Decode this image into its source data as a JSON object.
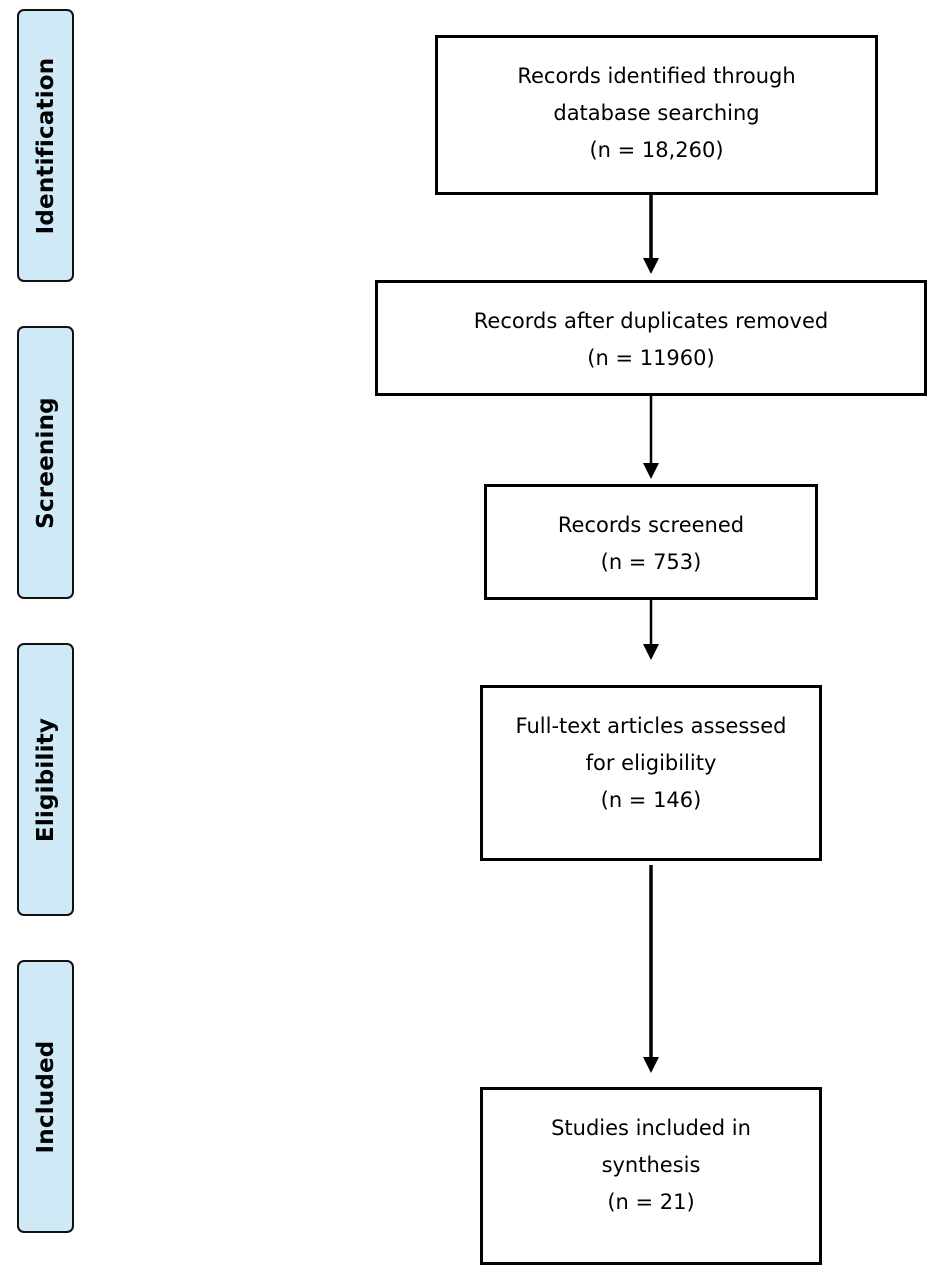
{
  "phases": {
    "identification": "Identification",
    "screening": "Screening",
    "eligibility": "Eligibility",
    "included": "Included"
  },
  "boxes": {
    "identified": {
      "line1": "Records identified through",
      "line2": "database searching",
      "count": "(n = 18,260)"
    },
    "deduplicated": {
      "line1": "Records after duplicates removed",
      "count": "(n = 11960)"
    },
    "screened": {
      "line1": "Records screened",
      "count": "(n = 753)"
    },
    "fulltext": {
      "line1": "Full-text articles assessed",
      "line2": "for eligibility",
      "count": "(n = 146)"
    },
    "included": {
      "line1": "Studies included in",
      "line2": "synthesis",
      "count": "(n = 21)"
    }
  },
  "colors": {
    "phase_fill": "#cfe9f7",
    "border": "#000000"
  }
}
